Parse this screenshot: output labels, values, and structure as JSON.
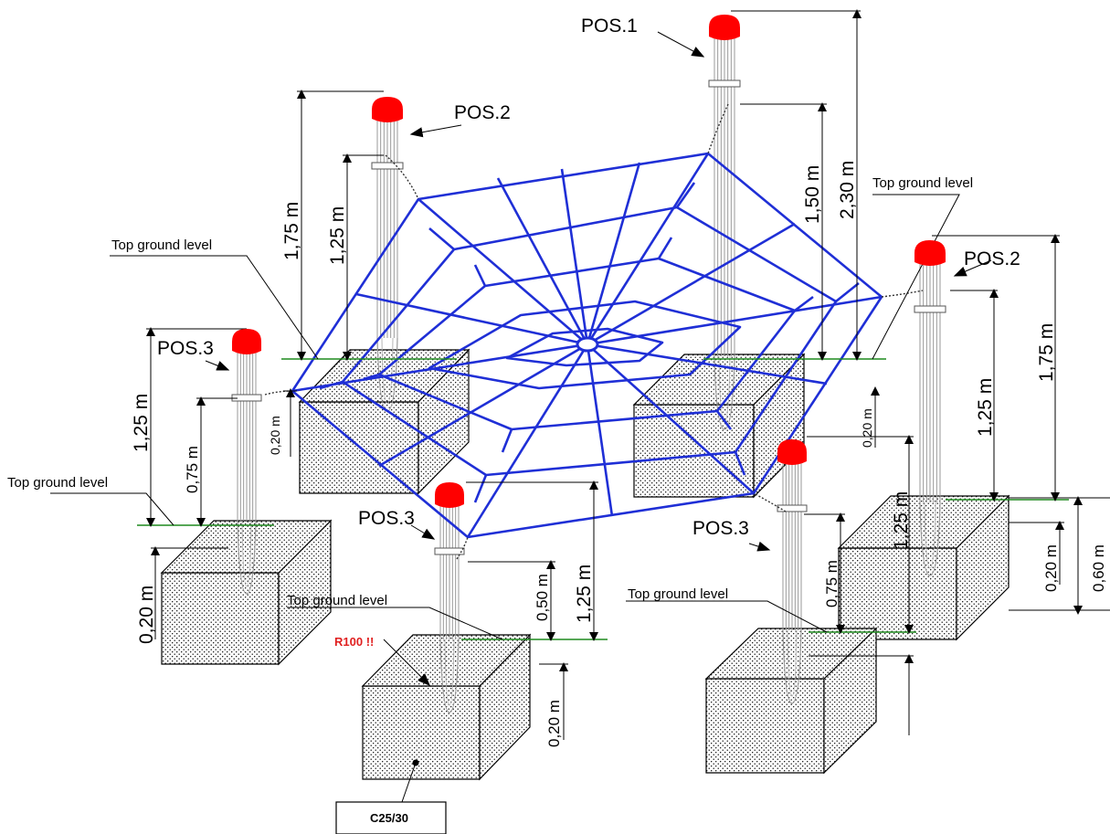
{
  "positions": {
    "pos1": "POS.1",
    "pos2_left": "POS.2",
    "pos2_right": "POS.2",
    "pos3_left": "POS.3",
    "pos3_center": "POS.3",
    "pos3_right": "POS.3"
  },
  "dimensions": {
    "d_175_left": "1,75 m",
    "d_125_left": "1,25 m",
    "d_150_pos1": "1,50 m",
    "d_230_pos1": "2,30 m",
    "d_175_right": "1,75 m",
    "d_125_right": "1,25 m",
    "d_125_pos3l": "1,25 m",
    "d_075_pos3l": "0,75 m",
    "d_020_pos3l": "0,20 m",
    "d_020_box_back": "0,20 m",
    "d_020_box_front_left": "0,20 m",
    "d_125_center": "1,25 m",
    "d_050_center": "0,50 m",
    "d_020_center": "0,20 m",
    "d_020_back_right": "0,20 m",
    "d_125_pos3r": "1,25 m",
    "d_075_pos3r": "0,75 m",
    "d_020_right": "0,20 m",
    "d_060_right": "0,60 m"
  },
  "ground_labels": {
    "g_left_top": "Top ground level",
    "g_right_top": "Top ground level",
    "g_left_mid": "Top ground level",
    "g_center": "Top ground level",
    "g_right_mid": "Top ground level"
  },
  "notes": {
    "warning": "R100 !!",
    "concrete": "C25/30"
  },
  "colors": {
    "net": "#1f2fd6",
    "cap": "#ff0000",
    "ground": "#1e8a1e",
    "warning": "#e02020"
  }
}
